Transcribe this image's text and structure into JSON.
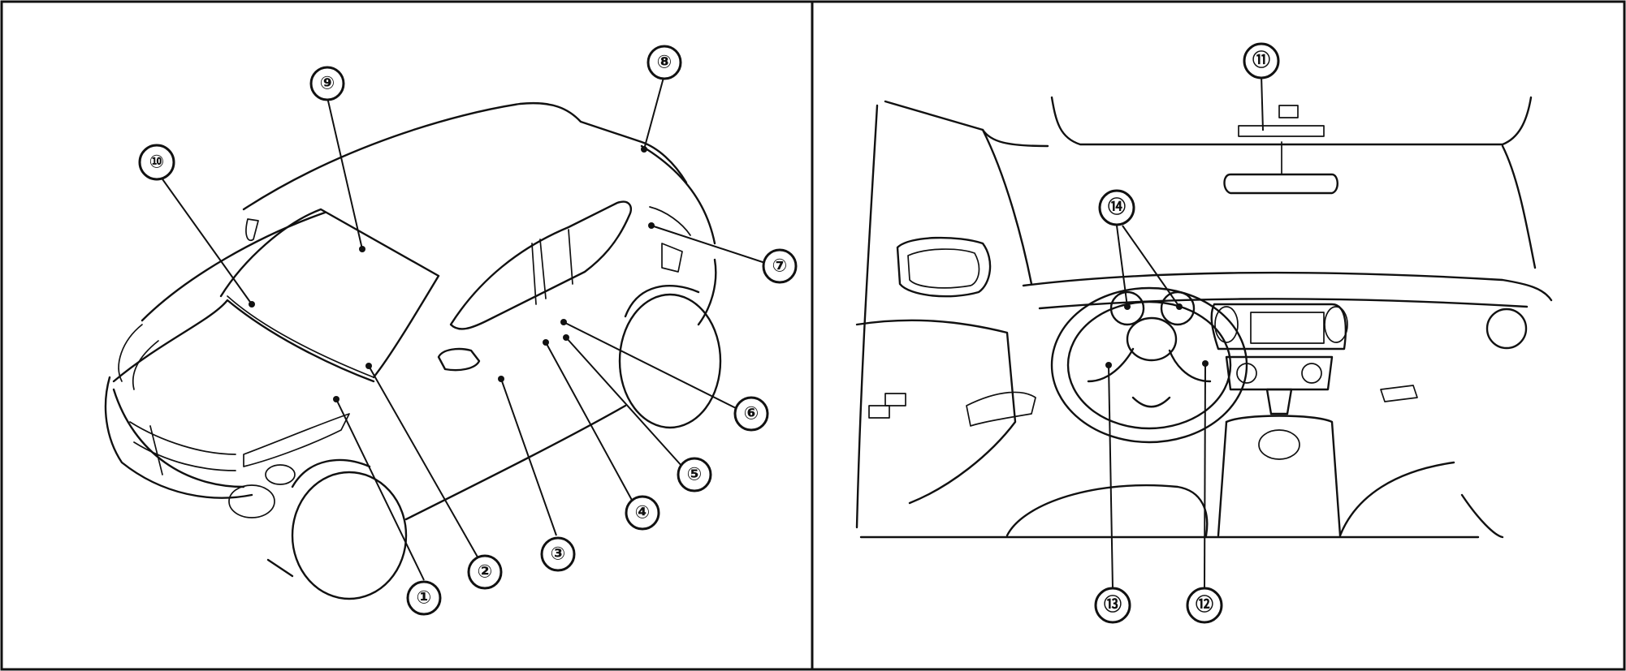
{
  "callouts": {
    "c1": "①",
    "c2": "②",
    "c3": "③",
    "c4": "④",
    "c5": "⑤",
    "c6": "⑥",
    "c7": "⑦",
    "c8": "⑧",
    "c9": "⑨",
    "c10": "⑩",
    "c11": "⑪",
    "c12": "⑫",
    "c13": "⑬",
    "c14": "⑭"
  }
}
